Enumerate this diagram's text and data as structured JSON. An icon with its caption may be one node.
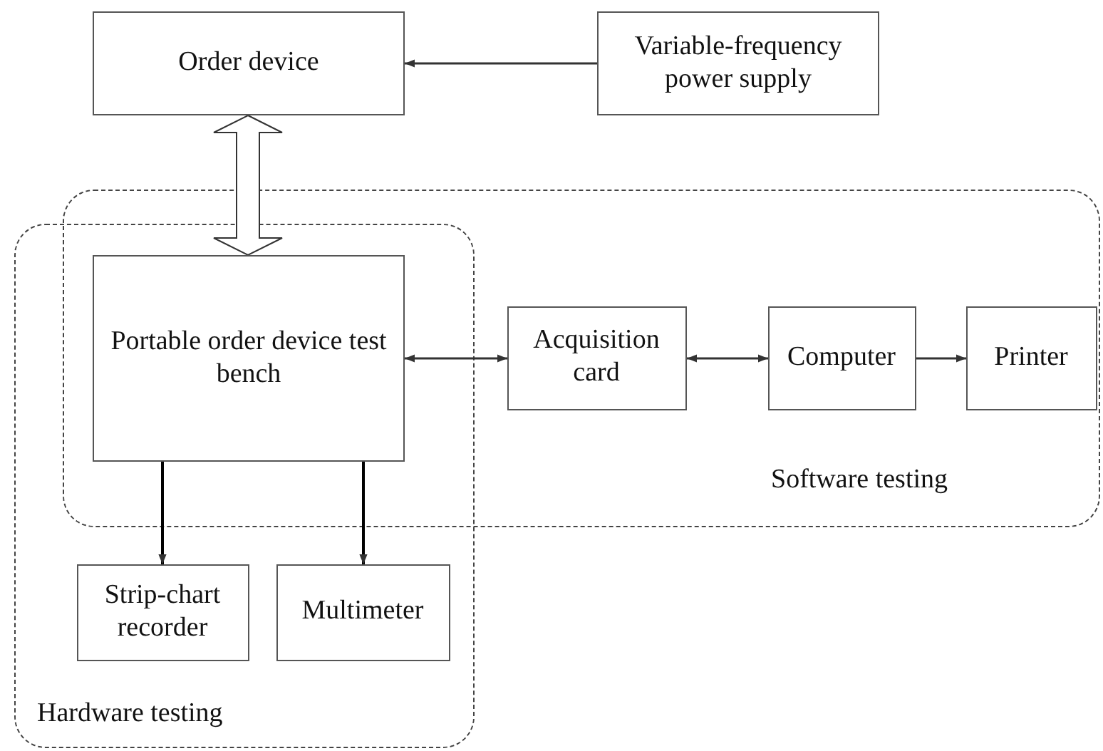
{
  "diagram": {
    "nodes": [
      {
        "text": [
          "Order device"
        ]
      },
      {
        "text": [
          "Variable-frequency power supply"
        ]
      },
      {
        "text": [
          "Software testing"
        ]
      },
      {
        "text": [
          "Hardware testing"
        ]
      },
      {
        "text": [
          "Portable order device test bench"
        ]
      },
      {
        "text": [
          "Acquisition card"
        ],
        "in": 2
      },
      {
        "text": [
          "Computer"
        ],
        "in": 2
      },
      {
        "text": [
          "Printer"
        ],
        "in": 2
      },
      {
        "text": [
          "Strip-chart recorder"
        ],
        "in": 3
      },
      {
        "text": [
          "Multimeter"
        ],
        "in": 3
      }
    ],
    "edges": [
      {
        "from": 1,
        "to": 0,
        "arrow": "to"
      },
      {
        "from": 0,
        "to": 4,
        "arrow": "both",
        "style": "thick"
      },
      {
        "from": 4,
        "to": 5,
        "arrow": "both"
      },
      {
        "from": 5,
        "to": 6,
        "arrow": "both"
      },
      {
        "from": 6,
        "to": 7,
        "arrow": "to"
      },
      {
        "from": 4,
        "to": 8,
        "arrow": "to"
      },
      {
        "from": 4,
        "to": 9,
        "arrow": "to"
      }
    ]
  }
}
